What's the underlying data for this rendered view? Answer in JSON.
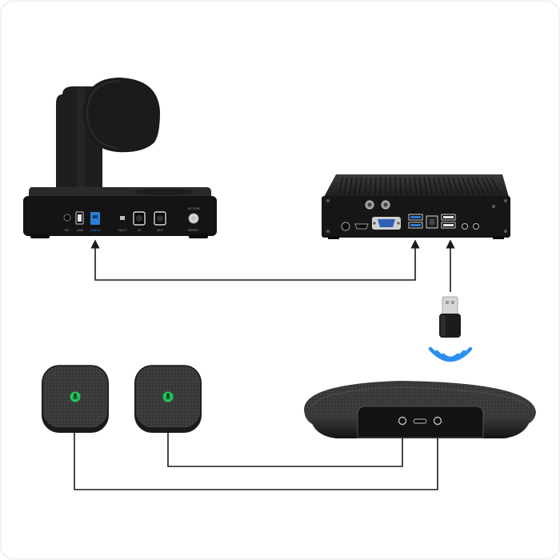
{
  "camera": {
    "port_labels": {
      "dc": "DC",
      "usb": "USB",
      "usb3": "USB3.0",
      "tally": "TALLY",
      "rs232_in": "IN",
      "rs232_out": "OUT",
      "reset": "RESET",
      "reset_top": "ACTION"
    }
  },
  "colors": {
    "wire": "#1a1a1a",
    "device_body": "#1c1c1c",
    "usb3_blue": "#2a7fd4",
    "wifi_blue": "#2b8ff0",
    "mic_led": "#22c55e"
  },
  "icons": [
    "camera-device",
    "mini-pc-device",
    "wireless-dongle",
    "wifi-signal-icon",
    "speakerphone-device",
    "expansion-mic-device",
    "mic-icon"
  ]
}
